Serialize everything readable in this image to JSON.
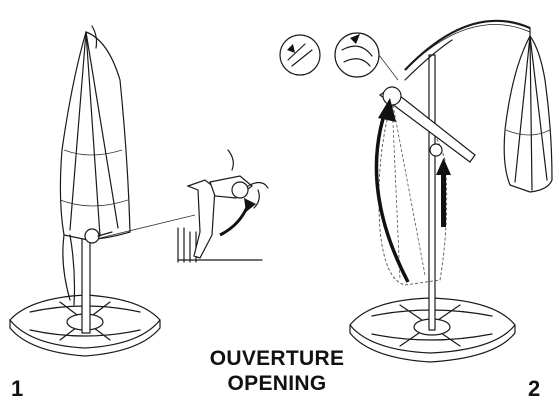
{
  "header": {
    "title_fr": "OUVERTURE",
    "title_en": "OPENING"
  },
  "steps": [
    {
      "number": "1"
    },
    {
      "number": "2"
    }
  ]
}
